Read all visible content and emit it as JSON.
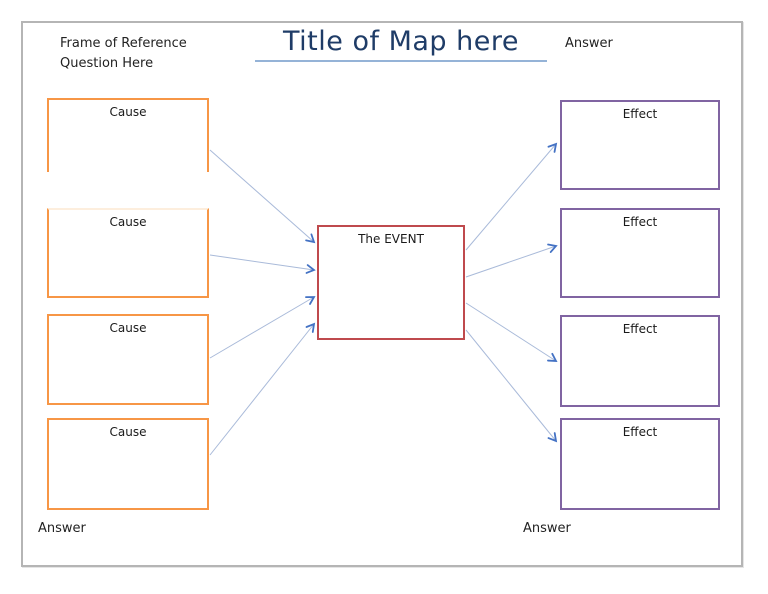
{
  "header": {
    "frame_line1": "Frame of Reference",
    "frame_line2": "Question Here",
    "title": "Title of Map here",
    "answer_top_right": "Answer"
  },
  "causes": [
    {
      "label": "Cause"
    },
    {
      "label": "Cause"
    },
    {
      "label": "Cause"
    },
    {
      "label": "Cause"
    }
  ],
  "event": {
    "label": "The EVENT"
  },
  "effects": [
    {
      "label": "Effect"
    },
    {
      "label": "Effect"
    },
    {
      "label": "Effect"
    },
    {
      "label": "Effect"
    }
  ],
  "footer": {
    "answer_left": "Answer",
    "answer_right": "Answer"
  },
  "colors": {
    "cause-border": "#f79646",
    "cause-border-faint": "#fdeedd",
    "effect-border": "#8064a2",
    "event-border": "#bf4a4d",
    "title-text": "#1f3c67",
    "title-underline": "#95b3d7",
    "connector-line": "#a9bad9",
    "connector-arrow": "#4472c4",
    "frame-border": "#b5b5b5",
    "text": "#1a1a1a"
  }
}
